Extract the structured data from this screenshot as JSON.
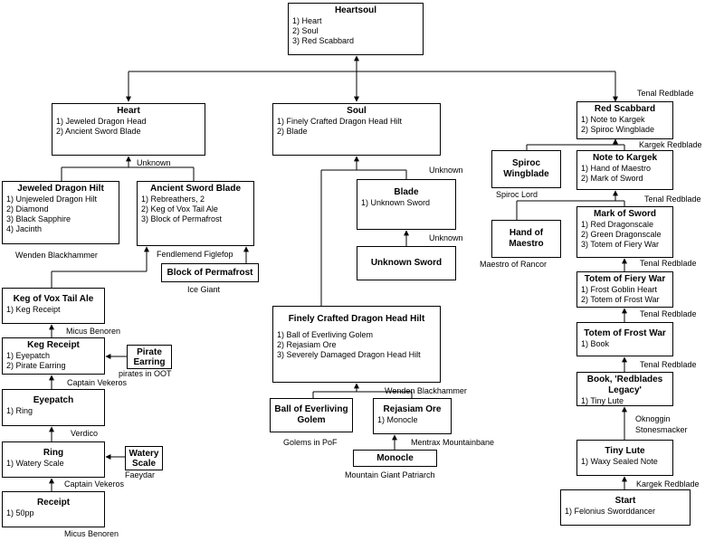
{
  "nodes": {
    "heartsoul": {
      "title": "Heartsoul",
      "items": [
        "1) Heart",
        "2) Soul",
        "3) Red Scabbard"
      ]
    },
    "heart": {
      "title": "Heart",
      "items": [
        "1) Jeweled Dragon Head",
        "2) Ancient Sword Blade"
      ]
    },
    "soul": {
      "title": "Soul",
      "items": [
        "1) Finely Crafted Dragon Head Hilt",
        "2) Blade"
      ]
    },
    "red_scabbard": {
      "title": "Red Scabbard",
      "items": [
        "1) Note to Kargek",
        "2) Spiroc Wingblade"
      ]
    },
    "jeweled_hilt": {
      "title": "Jeweled Dragon Hilt",
      "items": [
        "1) Unjeweled Dragon Hilt",
        "2) Diamond",
        "3) Black Sapphire",
        "4) Jacinth"
      ]
    },
    "ancient_blade": {
      "title": "Ancient Sword Blade",
      "items": [
        "1) Rebreathers, 2",
        "2) Keg of Vox Tail Ale",
        "3) Block of Permafrost"
      ]
    },
    "block_permafrost": {
      "title": "Block of Permafrost",
      "items": []
    },
    "blade": {
      "title": "Blade",
      "items": [
        "1) Unknown Sword"
      ]
    },
    "unknown_sword": {
      "title": "Unknown Sword",
      "items": []
    },
    "spiroc": {
      "title": "Spiroc Wingblade",
      "items": []
    },
    "note_kargek": {
      "title": "Note to Kargek",
      "items": [
        "1) Hand of Maestro",
        "2) Mark of Sword"
      ]
    },
    "hand_maestro": {
      "title": "Hand of Maestro",
      "items": []
    },
    "mark_sword": {
      "title": "Mark of Sword",
      "items": [
        "1) Red Dragonscale",
        "2) Green Dragonscale",
        "3) Totem of Fiery War"
      ]
    },
    "totem_fiery": {
      "title": "Totem of Fiery War",
      "items": [
        "1) Frost Goblin Heart",
        "2) Totem of Frost War"
      ]
    },
    "totem_frost": {
      "title": "Totem of Frost War",
      "items": [
        "1) Book"
      ]
    },
    "book": {
      "title": "Book, 'Redblades Legacy'",
      "items": [
        "1) Tiny Lute"
      ]
    },
    "tiny_lute": {
      "title": "Tiny Lute",
      "items": [
        "1) Waxy Sealed Note"
      ]
    },
    "start": {
      "title": "Start",
      "items": [
        "1) Felonius Sworddancer"
      ]
    },
    "keg_ale": {
      "title": "Keg of Vox Tail Ale",
      "items": [
        "1) Keg Receipt"
      ]
    },
    "keg_receipt": {
      "title": "Keg Receipt",
      "items": [
        "1) Eyepatch",
        "2) Pirate Earring"
      ]
    },
    "pirate_earring": {
      "title": "Pirate Earring",
      "items": []
    },
    "eyepatch": {
      "title": "Eyepatch",
      "items": [
        "1) Ring"
      ]
    },
    "ring": {
      "title": "Ring",
      "items": [
        "1) Watery Scale"
      ]
    },
    "watery_scale": {
      "title": "Watery Scale",
      "items": []
    },
    "receipt": {
      "title": "Receipt",
      "items": [
        "1) 50pp"
      ]
    },
    "dragon_head_hilt": {
      "title": "Finely Crafted Dragon Head Hilt",
      "items": [
        "1) Ball of Everliving Golem",
        "2) Rejasiam Ore",
        "3) Severely Damaged Dragon Head Hilt"
      ]
    },
    "ball_golem": {
      "title": "Ball of Everliving Golem",
      "items": []
    },
    "rejasiam": {
      "title": "Rejasiam Ore",
      "items": [
        "1) Monocle"
      ]
    },
    "monocle": {
      "title": "Monocle",
      "items": []
    }
  },
  "labels": {
    "tenal_1": "Tenal Redblade",
    "unknown_heart": "Unknown",
    "unknown_soul": "Unknown",
    "unknown_blade": "Unknown",
    "kargek_1": "Kargek Redblade",
    "spiroc_lord": "Spiroc Lord",
    "tenal_2": "Tenal Redblade",
    "wenden_1": "Wenden Blackhammer",
    "fendlemend": "Fendlemend Figlefop",
    "ice_giant": "Ice Giant",
    "maestro_rancor": "Maestro of Rancor",
    "tenal_3": "Tenal Redblade",
    "tenal_4": "Tenal Redblade",
    "tenal_5": "Tenal Redblade",
    "micus_1": "Micus Benoren",
    "pirates_oot": "pirates in OOT",
    "captain_1": "Captain Vekeros",
    "verdico": "Verdico",
    "faeydar": "Faeydar",
    "captain_2": "Captain Vekeros",
    "micus_2": "Micus Benoren",
    "wenden_2": "Wenden Blackhammer",
    "golems_pof": "Golems in PoF",
    "mentrax": "Mentrax Mountainbane",
    "mountain_giant": "Mountain Giant Patriarch",
    "oknoggin_1": "Oknoggin",
    "oknoggin_2": "Stonesmacker",
    "kargek_2": "Kargek Redblade"
  }
}
